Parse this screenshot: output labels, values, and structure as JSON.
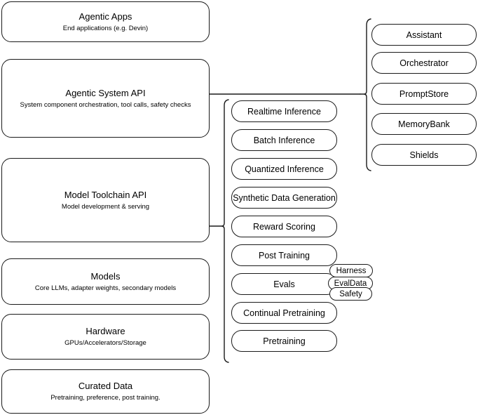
{
  "diagram": {
    "title": "AI Stack Architecture Diagram",
    "stroke_color": "#1a1a1a",
    "background_color": "#ffffff"
  },
  "layers": [
    {
      "name": "agentic-apps",
      "title": "Agentic Apps",
      "subtitle": "End applications (e.g. Devin)"
    },
    {
      "name": "agentic-system-api",
      "title": "Agentic System API",
      "subtitle": "System component orchestration, tool calls, safety checks"
    },
    {
      "name": "model-toolchain-api",
      "title": "Model Toolchain API",
      "subtitle": "Model development & serving"
    },
    {
      "name": "models",
      "title": "Models",
      "subtitle": "Core LLMs, adapter weights, secondary models"
    },
    {
      "name": "hardware",
      "title": "Hardware",
      "subtitle": "GPUs/Accelerators/Storage"
    },
    {
      "name": "curated-data",
      "title": "Curated Data",
      "subtitle": "Pretraining, preference, post training."
    }
  ],
  "agentic_components": [
    {
      "name": "assistant",
      "label": "Assistant"
    },
    {
      "name": "orchestrator",
      "label": "Orchestrator"
    },
    {
      "name": "promptstore",
      "label": "PromptStore"
    },
    {
      "name": "memorybank",
      "label": "MemoryBank"
    },
    {
      "name": "shields",
      "label": "Shields"
    }
  ],
  "toolchain_components": [
    {
      "name": "realtime-inference",
      "label": "Realtime Inference"
    },
    {
      "name": "batch-inference",
      "label": "Batch Inference"
    },
    {
      "name": "quantized-inference",
      "label": "Quantized Inference"
    },
    {
      "name": "synthetic-data-generation",
      "label": "Synthetic Data Generation"
    },
    {
      "name": "reward-scoring",
      "label": "Reward Scoring"
    },
    {
      "name": "post-training",
      "label": "Post Training"
    },
    {
      "name": "evals",
      "label": "Evals"
    },
    {
      "name": "continual-pretraining",
      "label": "Continual Pretraining"
    },
    {
      "name": "pretraining",
      "label": "Pretraining"
    }
  ],
  "evals_subcomponents": [
    {
      "name": "harness",
      "label": "Harness"
    },
    {
      "name": "evaldata",
      "label": "EvalData"
    },
    {
      "name": "safety",
      "label": "Safety"
    }
  ]
}
